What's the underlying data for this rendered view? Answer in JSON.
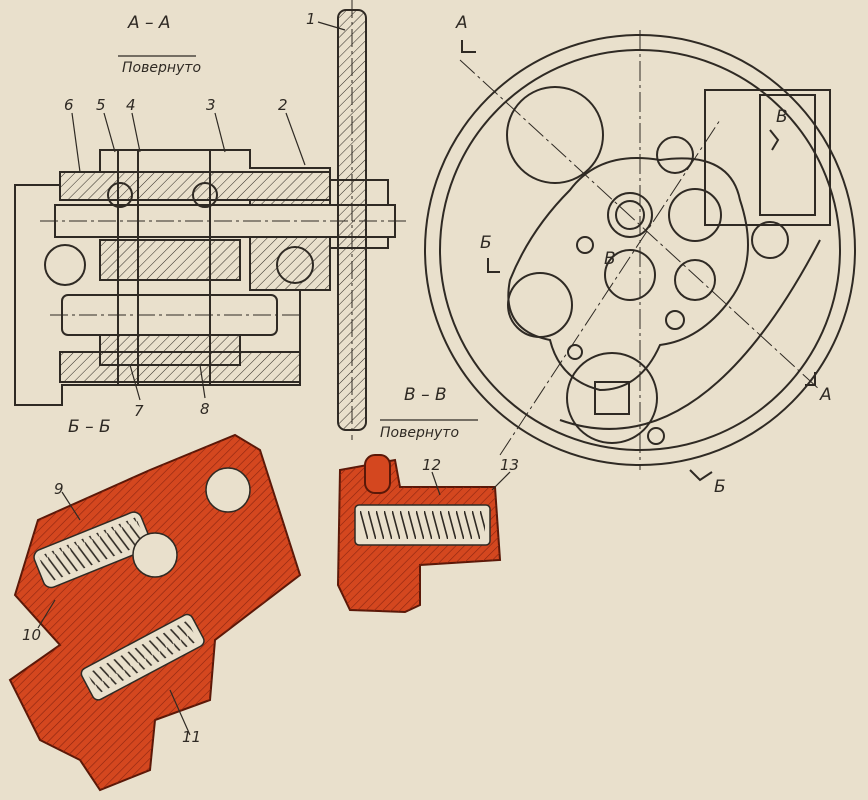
{
  "section_titles": {
    "aa": "А – А",
    "aa_sub": "Повернуто",
    "bb": "Б – Б",
    "vv": "В – В",
    "vv_sub": "Повернуто"
  },
  "cut_marks": {
    "a_top": "А",
    "a_bottom": "А",
    "b_left": "Б",
    "b_bottom": "Б",
    "v_right": "В",
    "v_center": "В"
  },
  "callouts": [
    "1",
    "2",
    "3",
    "4",
    "5",
    "6",
    "7",
    "8",
    "9",
    "10",
    "11",
    "12",
    "13"
  ],
  "colors": {
    "paper": "#e9e0cc",
    "ink": "#2f2a24",
    "section_fill": "#d4471f",
    "section_dark": "#8a2410"
  }
}
